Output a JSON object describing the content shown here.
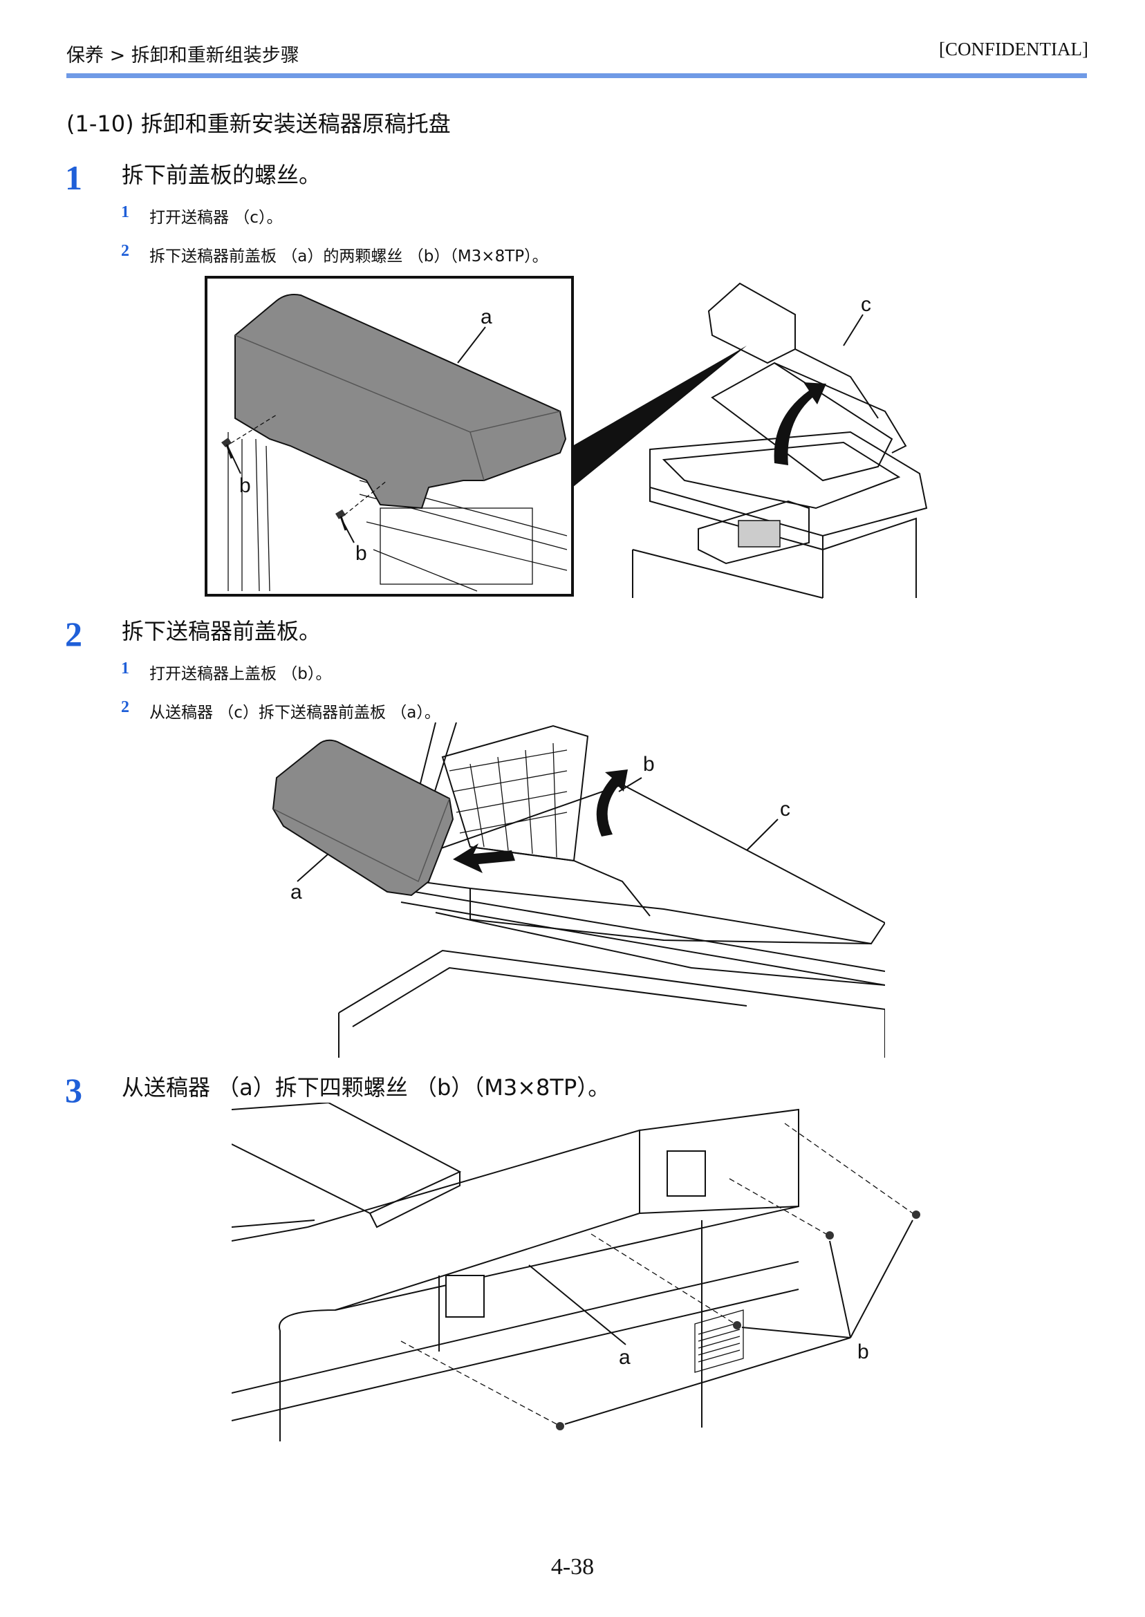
{
  "header": {
    "breadcrumb": "保养 > 拆卸和重新组装步骤",
    "confidential": "[CONFIDENTIAL]"
  },
  "section_title": "(1-10) 拆卸和重新安装送稿器原稿托盘",
  "steps": [
    {
      "number": "1",
      "title": "拆下前盖板的螺丝。",
      "substeps": [
        {
          "number": "1",
          "text": "打开送稿器 （c）。"
        },
        {
          "number": "2",
          "text": "拆下送稿器前盖板 （a）的两颗螺丝 （b）（M3×8TP）。"
        }
      ],
      "figure_labels": {
        "a": "a",
        "b1": "b",
        "b2": "b",
        "c": "c"
      }
    },
    {
      "number": "2",
      "title": "拆下送稿器前盖板。",
      "substeps": [
        {
          "number": "1",
          "text": "打开送稿器上盖板 （b）。"
        },
        {
          "number": "2",
          "text": "从送稿器 （c）拆下送稿器前盖板 （a）。"
        }
      ],
      "figure_labels": {
        "a": "a",
        "b": "b",
        "c": "c"
      }
    },
    {
      "number": "3",
      "title": "从送稿器 （a）拆下四颗螺丝 （b）（M3×8TP）。",
      "substeps": [],
      "figure_labels": {
        "a": "a",
        "b": "b"
      }
    }
  ],
  "page_number": "4-38"
}
